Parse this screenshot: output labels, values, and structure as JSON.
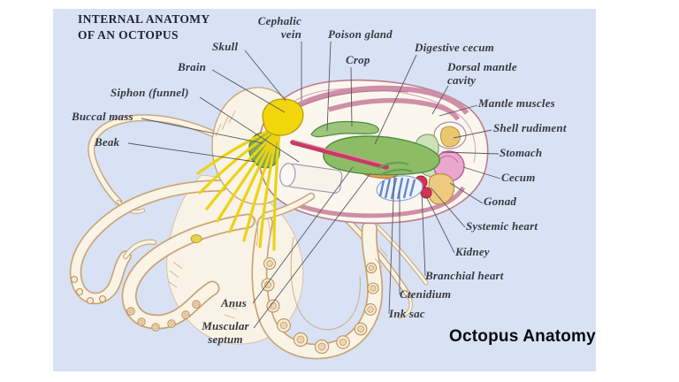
{
  "title": "INTERNAL ANATOMY\nOF AN OCTOPUS",
  "caption": "Octopus Anatomy",
  "labels": [
    {
      "name": "cephalic-vein",
      "text": "Cephalic\nvein"
    },
    {
      "name": "skull",
      "text": "Skull"
    },
    {
      "name": "poison-gland",
      "text": "Poison gland"
    },
    {
      "name": "brain",
      "text": "Brain"
    },
    {
      "name": "crop",
      "text": "Crop"
    },
    {
      "name": "digestive-cecum",
      "text": "Digestive cecum"
    },
    {
      "name": "dorsal-mantle-cavity",
      "text": "Dorsal mantle\ncavity"
    },
    {
      "name": "siphon-funnel",
      "text": "Siphon (funnel)"
    },
    {
      "name": "mantle-muscles",
      "text": "Mantle muscles"
    },
    {
      "name": "buccal-mass",
      "text": "Buccal mass"
    },
    {
      "name": "shell-rudiment",
      "text": "Shell rudiment"
    },
    {
      "name": "beak",
      "text": "Beak"
    },
    {
      "name": "stomach",
      "text": "Stomach"
    },
    {
      "name": "cecum",
      "text": "Cecum"
    },
    {
      "name": "gonad",
      "text": "Gonad"
    },
    {
      "name": "systemic-heart",
      "text": "Systemic heart"
    },
    {
      "name": "kidney",
      "text": "Kidney"
    },
    {
      "name": "branchial-heart",
      "text": "Branchial heart"
    },
    {
      "name": "ctenidium",
      "text": "Ctenidium"
    },
    {
      "name": "ink-sac",
      "text": "Ink sac"
    },
    {
      "name": "anus",
      "text": "Anus"
    },
    {
      "name": "muscular-septum",
      "text": "Muscular\nseptum"
    }
  ],
  "colors": {
    "panel_background": "#d8e2f4",
    "page_margin": "#ffffff",
    "title_text": "#23232f",
    "label_text": "#383842",
    "caption_text": "#0a0a0e",
    "leader_line": "#585862",
    "octopus_skin": "#faf4e6",
    "skin_outline": "#c9a477",
    "mantle_outline_pink": "#bd7b92",
    "mantle_muscle_pink": "#cf8fa8",
    "nerves_yellow": "#ecd214",
    "digestive_gland_green": "#8cbd66",
    "stomach_light_green": "#cde2b8",
    "esophagus_red": "#c73a64",
    "cecum_pink": "#eba7ce",
    "gonad_tan": "#edca80",
    "branchial_heart_red": "#d93156",
    "ink_sac_orange": "#e8a058",
    "gill_blue": "#5f87cc",
    "shell_rudiment_yellow": "#e9c870"
  }
}
